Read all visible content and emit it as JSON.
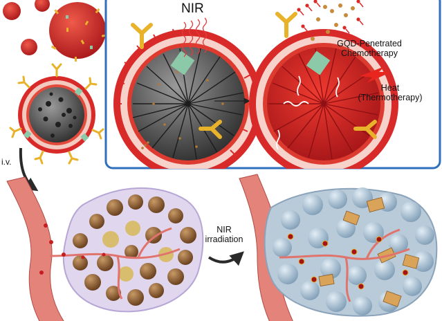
{
  "labels": {
    "nir": "NIR",
    "gqd_line1": "GQD-Penetrated",
    "gqd_line2": "Chemotherapy",
    "heat_line1": "Heat",
    "heat_line2": "(Thermotherapy)",
    "iv": "i.v.",
    "nir_irr_line1": "NIR",
    "nir_irr_line2": "irradiation"
  },
  "colors": {
    "panel_border": "#2f6fbf",
    "membrane_red": "#d92a2a",
    "core_gray": "#3a3a3a",
    "antibody_gold": "#e8b32a",
    "channel_green": "#8cc9a8",
    "nir_wave": "#e33b3b",
    "heat_bolt": "#e8261f",
    "vessel": "#e3837a",
    "tumor_blue": "#9db8cf",
    "tumor_cell": "#9a6a3a"
  },
  "icons": [
    "antibody-icon",
    "nir-wave-icon",
    "heat-bolt-icon",
    "arrow-icon"
  ]
}
